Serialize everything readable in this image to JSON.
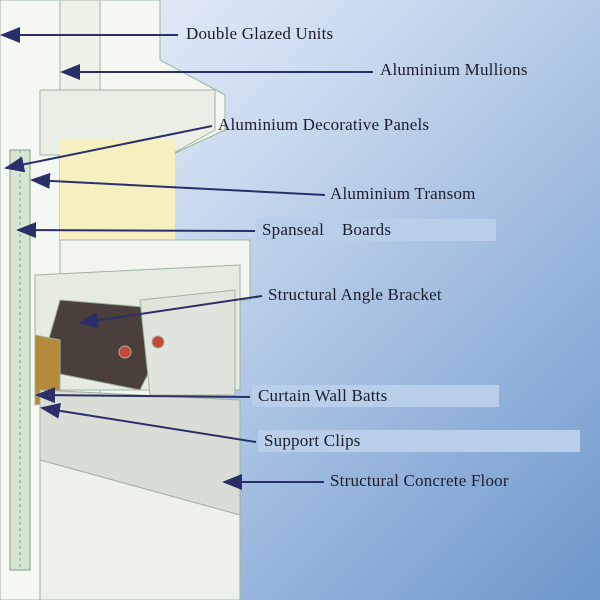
{
  "labels": {
    "double_glazed_units": "Double Glazed Units",
    "aluminium_mullions": "Aluminium Mullions",
    "aluminium_decorative_panels": "Aluminium Decorative Panels",
    "aluminium_transom": "Aluminium Transom",
    "spanseal_boards": "Spanseal    Boards",
    "structural_angle_bracket": "Structural Angle Bracket",
    "curtain_wall_batts": "Curtain Wall Batts",
    "support_clips": "Support Clips",
    "structural_concrete_floor": "Structural Concrete Floor"
  },
  "colors": {
    "arrow": "#2a2f6a",
    "background": "#8fb0d9",
    "panel": "#f5f0c8",
    "bracket_plate": "#4a3f3a",
    "batts": "#b58a3c"
  }
}
